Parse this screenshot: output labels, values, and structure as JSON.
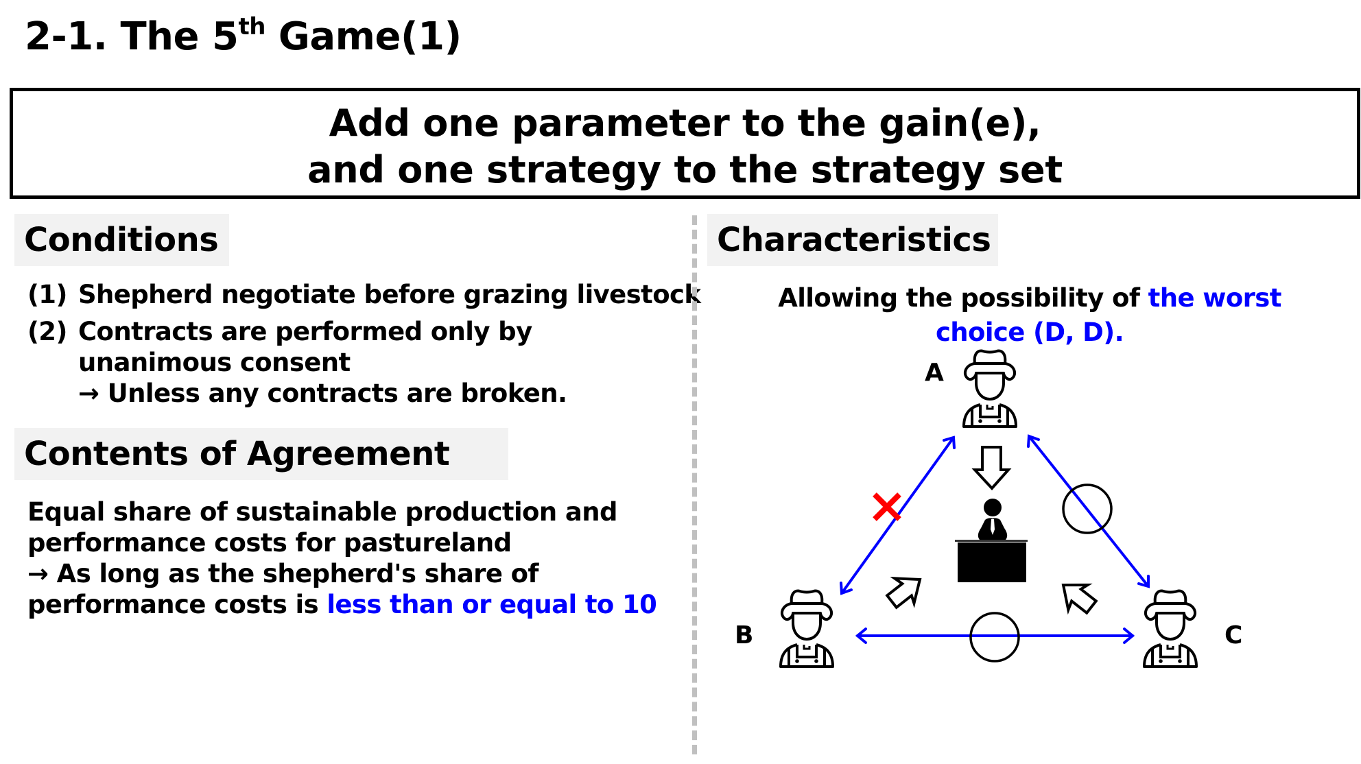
{
  "page": {
    "title_prefix": "2-1. The 5",
    "title_superscript": "th",
    "title_suffix": " Game(1)"
  },
  "headline": {
    "line1": "Add one parameter to the gain(e),",
    "line2": "and one strategy to the strategy set"
  },
  "conditions": {
    "heading": "Conditions",
    "items": [
      {
        "number": "(1)",
        "text": "Shepherd negotiate before grazing livestock"
      },
      {
        "number": "(2)",
        "text": "Contracts are performed only by",
        "continuation": "unanimous consent",
        "note": "→ Unless any contracts are broken."
      }
    ]
  },
  "agreement": {
    "heading": "Contents of Agreement",
    "lines": [
      "Equal share of sustainable production and",
      "performance costs for pastureland",
      "→ As long as the shepherd's share of"
    ],
    "last_line_plain": "performance costs is ",
    "last_line_highlight": "less than or equal to 10"
  },
  "characteristics": {
    "heading": "Characteristics",
    "text_plain": "Allowing the possibility of ",
    "text_highlight_1": "the worst",
    "text_highlight_2": "choice (D, D)."
  },
  "diagram": {
    "nodes": [
      {
        "id": "A",
        "label": "A",
        "icon": "farmer-icon"
      },
      {
        "id": "B",
        "label": "B",
        "icon": "farmer-icon"
      },
      {
        "id": "C",
        "label": "C",
        "icon": "farmer-icon"
      }
    ],
    "center_icon": "judge-at-desk-icon",
    "links": [
      {
        "from": "A",
        "to": "B",
        "status": "broken",
        "mark": "×"
      },
      {
        "from": "A",
        "to": "C",
        "status": "agreed",
        "mark": "○"
      },
      {
        "from": "B",
        "to": "C",
        "status": "agreed",
        "mark": "○"
      }
    ],
    "flows": [
      {
        "from": "A",
        "to": "center"
      },
      {
        "from": "B",
        "to": "center"
      },
      {
        "from": "C",
        "to": "center"
      }
    ]
  },
  "colors": {
    "highlight": "#0000ff",
    "link": "#0000ff",
    "broken_mark": "#ff0000",
    "heading_bg": "#f2f2f2",
    "divider": "#c0c0c0"
  }
}
